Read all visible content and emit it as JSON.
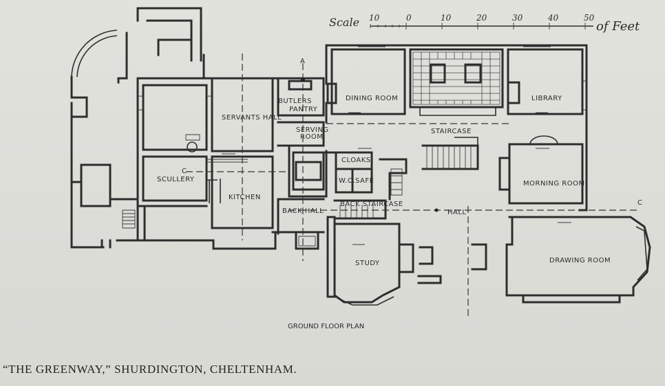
{
  "caption": "“THE GREENWAY,” SHURDINGTON, CHELTENHAM.",
  "plan_title": "GROUND FLOOR PLAN",
  "scale": {
    "label": "Scale",
    "ticks": [
      "10",
      "0",
      "10",
      "20",
      "30",
      "40",
      "50"
    ],
    "unit": "of Feet"
  },
  "rooms": {
    "dining_room": "DINING ROOM",
    "library": "LIBRARY",
    "servants_hall": "SERVANTS HALL",
    "butlers_pantry_1": "BUTLERS",
    "butlers_pantry_2": "PANTRY",
    "serving_room_1": "SERVING",
    "serving_room_2": "ROOM",
    "staircase": "STAIRCASE",
    "cloaks": "CLOAKS",
    "wc": "W.C.",
    "safe": "SAFE",
    "scullery": "SCULLERY",
    "kitchen": "KITCHEN",
    "morning_room": "MORNING ROOM",
    "back_hall": "BACK HALL",
    "back_staircase": "BACK STAIRCASE",
    "hall": "HALL",
    "study": "STUDY",
    "drawing_room": "DRAWING ROOM"
  },
  "section_marks": {
    "c_left": "C",
    "c_right": "C",
    "a_top": "A"
  }
}
